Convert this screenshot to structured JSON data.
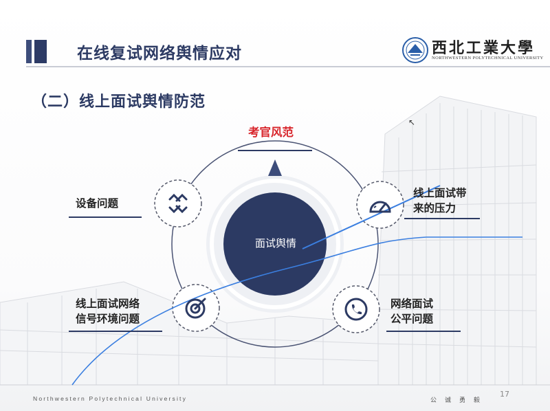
{
  "header": {
    "title": "在线复试网络舆情应对",
    "logo_cn": "西北工業大學",
    "logo_en": "NORTHWESTERN POLYTECHNICAL UNIVERSITY"
  },
  "section": {
    "title": "（二）线上面试舆情防范"
  },
  "diagram": {
    "center": "面试舆情",
    "top": "考官风范",
    "left_top": "设备问题",
    "right_top": {
      "line1": "线上面试带",
      "line2": "来的压力"
    },
    "left_bottom": {
      "line1": "线上面试网络",
      "line2": "信号环境问题"
    },
    "right_bottom": {
      "line1": "网络面试",
      "line2": "公平问题"
    }
  },
  "icons": {
    "equipment": "link-broken-icon",
    "pressure": "speedometer-icon",
    "network": "target-icon",
    "fairness": "phone-icon"
  },
  "colors": {
    "navy": "#2c3a63",
    "accent_red": "#d8262c",
    "annotation_blue": "#3b7fe0"
  },
  "footer": {
    "english": "Northwestern Polytechnical University",
    "motto": "公诚勇毅",
    "page": "17"
  }
}
